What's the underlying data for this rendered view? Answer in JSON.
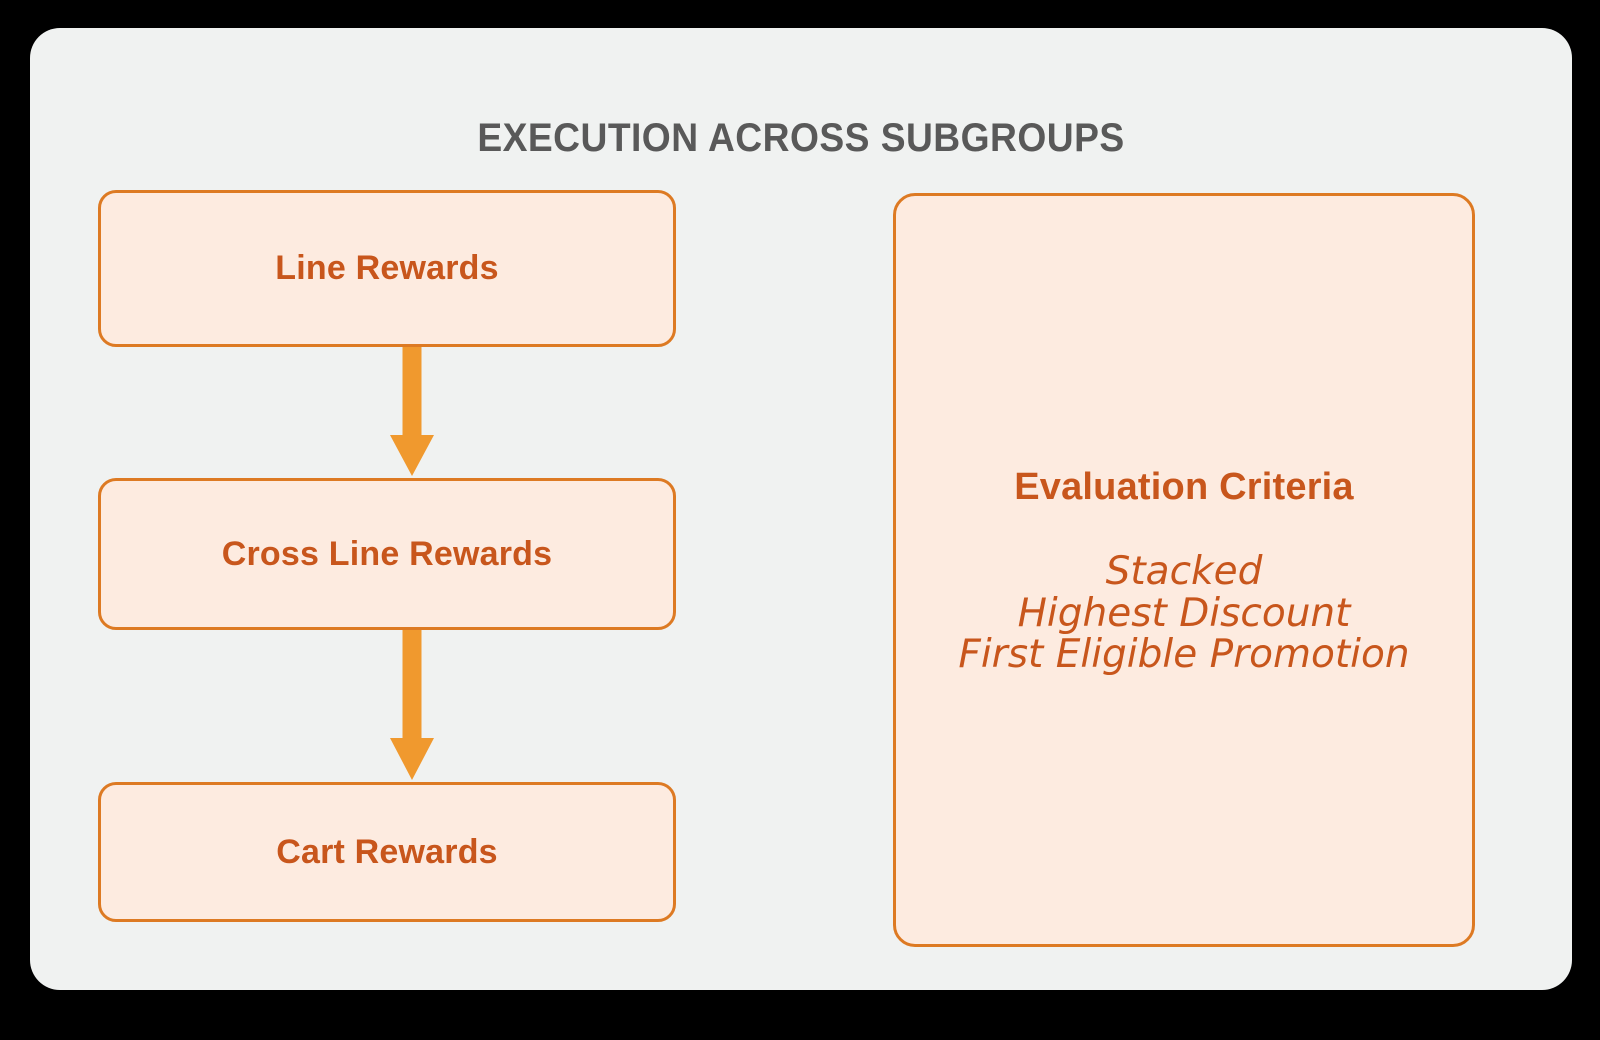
{
  "diagram": {
    "title": "EXECUTION ACROSS SUBGROUPS",
    "background_color": "#F0F2F1",
    "outer_background_color": "#000000",
    "accent_border_color": "#DD7A23",
    "accent_fill_color": "#FDEBE0",
    "accent_text_color": "#C8561C",
    "arrow_color": "#F0992E",
    "title_color": "#595959"
  },
  "flow": {
    "steps": [
      {
        "label": "Line Rewards"
      },
      {
        "label": "Cross Line Rewards"
      },
      {
        "label": "Cart Rewards"
      }
    ],
    "connectors": [
      {
        "icon": "down-arrow-icon"
      },
      {
        "icon": "down-arrow-icon"
      }
    ]
  },
  "criteria": {
    "heading": "Evaluation Criteria",
    "items": [
      "Stacked",
      "Highest Discount",
      "First Eligible Promotion"
    ]
  }
}
